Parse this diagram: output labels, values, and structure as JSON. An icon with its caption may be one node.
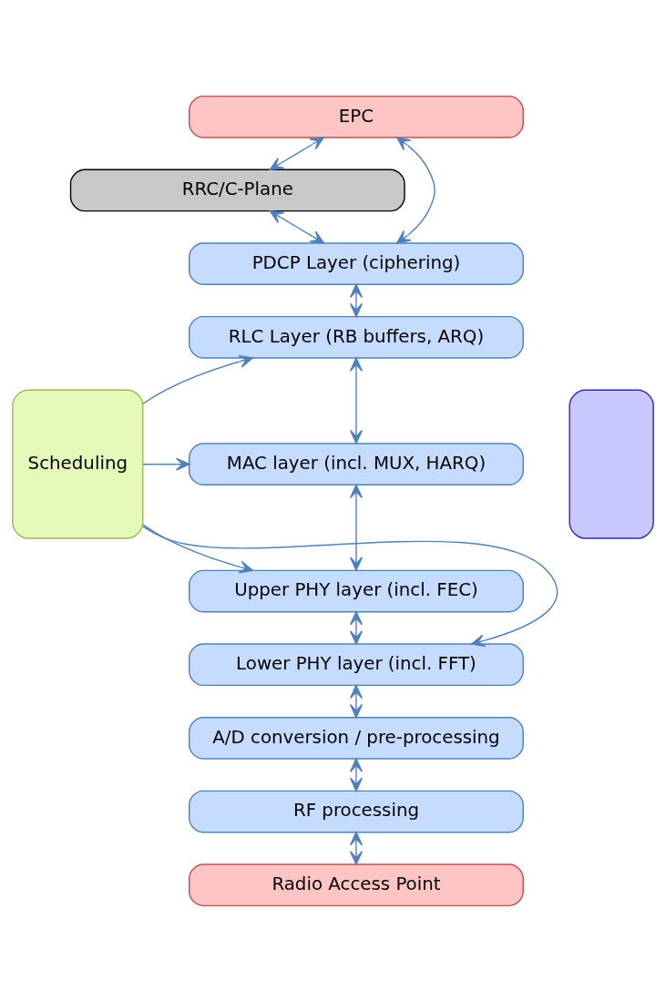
{
  "diagram": {
    "nodes": [
      {
        "text": [
          "EPC"
        ]
      },
      {
        "text": [
          "RRC/C-Plane"
        ]
      },
      {
        "text": [
          "PDCP Layer (ciphering)"
        ]
      },
      {
        "text": [
          "RLC Layer (RB buffers, ARQ)"
        ]
      },
      {
        "text": [
          "MAC layer (incl. MUX, HARQ)"
        ]
      },
      {
        "text": [
          "Upper PHY layer (incl. FEC)"
        ]
      },
      {
        "text": [
          "Lower PHY layer (incl. FFT)"
        ]
      },
      {
        "text": [
          "A/D conversion / pre-processing"
        ]
      },
      {
        "text": [
          "RF processing"
        ]
      },
      {
        "text": [
          "Radio Access Point"
        ]
      },
      {
        "text": [
          "Scheduling"
        ]
      },
      {
        "text": [],
        "shape": "box"
      }
    ],
    "edges": [
      {
        "from": 0,
        "to": 1,
        "arrow": "both"
      },
      {
        "from": 0,
        "to": 2,
        "arrow": "both"
      },
      {
        "from": 1,
        "to": 2,
        "arrow": "both"
      },
      {
        "from": 2,
        "to": 3,
        "arrow": "both"
      },
      {
        "from": 10,
        "to": 3,
        "arrow": "to"
      },
      {
        "from": 3,
        "to": 4,
        "arrow": "both"
      },
      {
        "from": 10,
        "to": 4,
        "arrow": "to"
      },
      {
        "from": 4,
        "to": 5,
        "arrow": "both"
      },
      {
        "from": 10,
        "to": 5,
        "arrow": "to"
      },
      {
        "from": 5,
        "to": 6,
        "arrow": "both"
      },
      {
        "from": 10,
        "to": 6,
        "arrow": "to"
      },
      {
        "from": 6,
        "to": 7,
        "arrow": "both"
      },
      {
        "from": 7,
        "to": 8,
        "arrow": "both"
      },
      {
        "from": 8,
        "to": 9,
        "arrow": "both"
      }
    ]
  }
}
